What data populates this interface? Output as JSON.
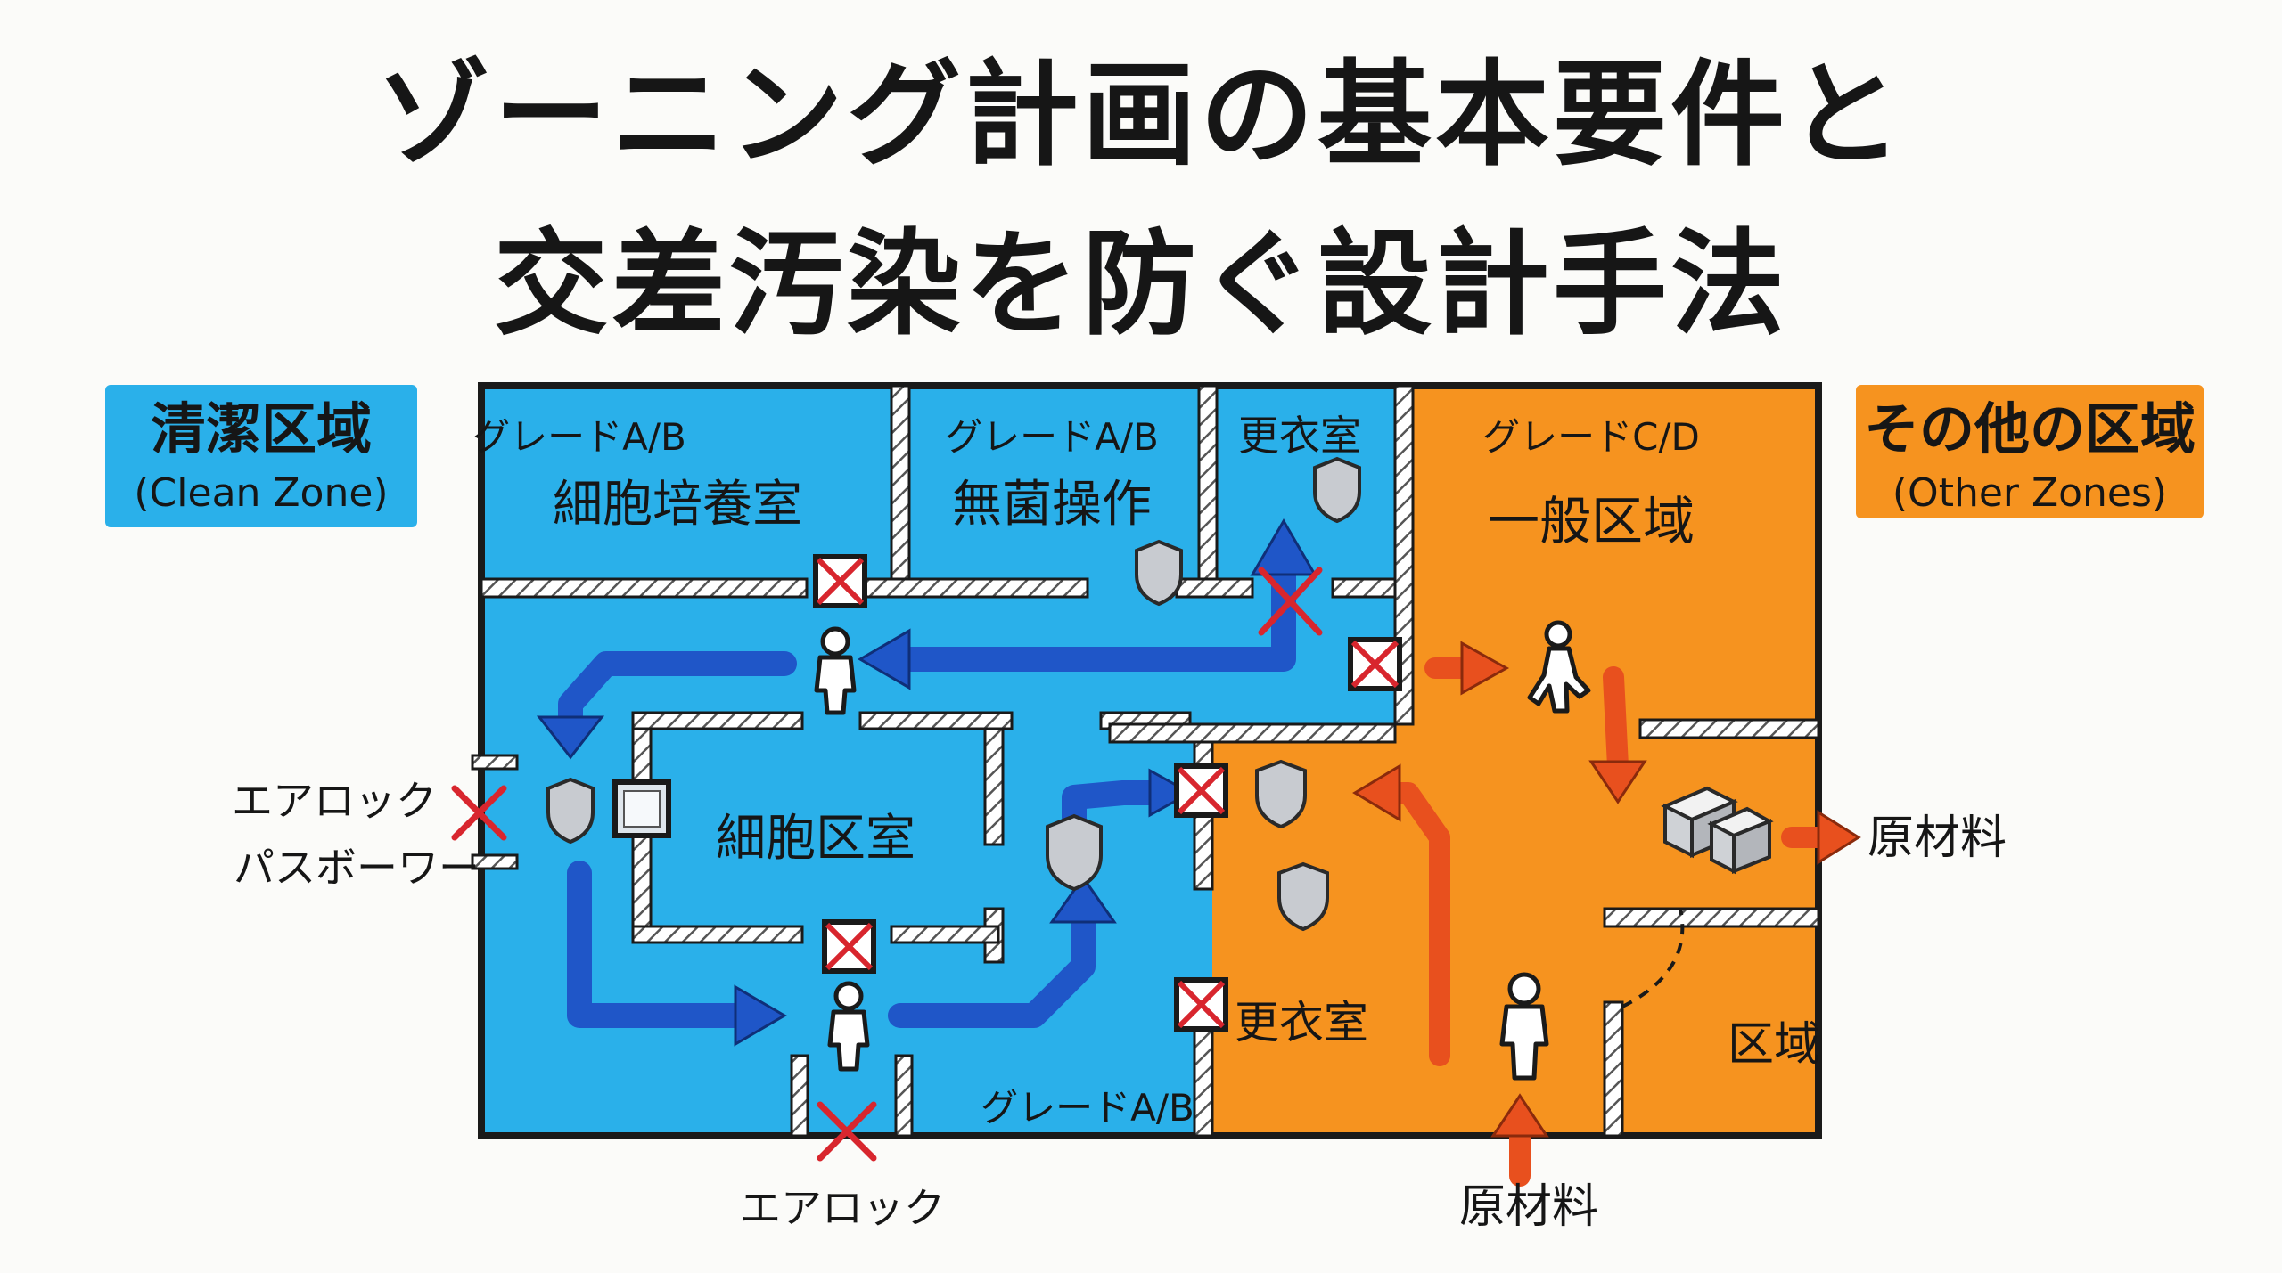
{
  "title": {
    "line1": "ゾーニング計画の基本要件と",
    "line2": "交差汚染を防ぐ設計手法"
  },
  "legend_clean": {
    "title": "清潔区域",
    "subtitle": "(Clean Zone)"
  },
  "legend_other": {
    "title": "その他の区域",
    "subtitle": "(Other Zones)"
  },
  "rooms": {
    "culture_grade": "グレードA/B",
    "culture_name": "細胞培養室",
    "aseptic_grade": "グレードA/B",
    "aseptic_name": "無菌操作",
    "changing_top": "更衣室",
    "general_grade": "グレードC/D",
    "general_name": "一般区域",
    "cell_room": "細胞区室",
    "bottom_grade": "グレードA/B",
    "changing_bottom": "更衣室",
    "area": "区域"
  },
  "labels": {
    "airlock_left": "エアロック",
    "passbox": "パスボーワー",
    "airlock_bottom": "エアロック",
    "material_right": "原材料",
    "material_bottom": "原材料"
  },
  "colors": {
    "clean": "#2ab0ea",
    "other": "#f6931f",
    "flow_clean": "#1f56c8",
    "flow_other": "#e8501e",
    "cross": "#d8262e",
    "wall": "#1a1a1a"
  }
}
